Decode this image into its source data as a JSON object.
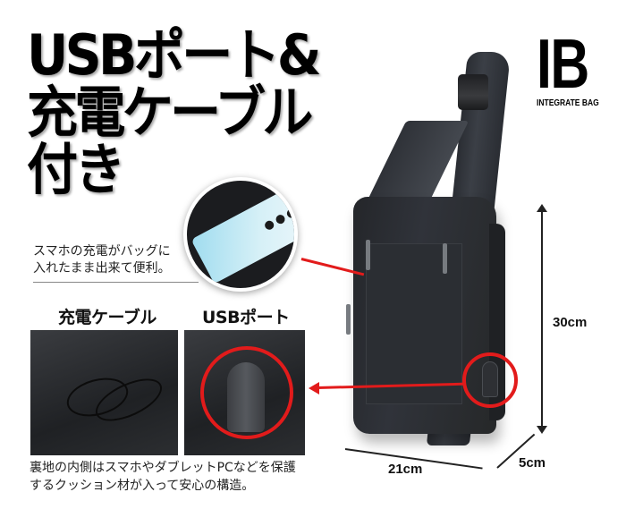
{
  "headline": {
    "lines": [
      "USBポート&",
      "充電ケーブル",
      "付き"
    ]
  },
  "logo": {
    "mark": "IB",
    "subtitle": "INTEGRATE BAG"
  },
  "callouts": {
    "phone_caption": [
      "スマホの充電がバッグに",
      "入れたまま出来て便利。"
    ],
    "cable_label": "充電ケーブル",
    "usb_label": "USBポート",
    "bottom_caption": [
      "裏地の内側はスマホやダブレットPCなどを保護",
      "するクッション材が入って安心の構造。"
    ]
  },
  "dimensions": {
    "height": "30cm",
    "width": "21cm",
    "depth": "5cm"
  },
  "colors": {
    "accent_red": "#e21b1b",
    "bag_black": "#2a2c30",
    "text": "#111111"
  },
  "icons": {
    "usb_highlight": "red-circle",
    "pointer": "red-arrow-left"
  }
}
